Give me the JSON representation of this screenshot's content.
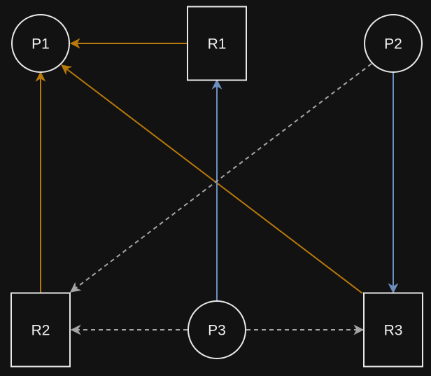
{
  "diagram": {
    "nodes": [
      {
        "id": "P1",
        "label": "P1",
        "shape": "circle"
      },
      {
        "id": "R1",
        "label": "R1",
        "shape": "rect"
      },
      {
        "id": "P2",
        "label": "P2",
        "shape": "circle"
      },
      {
        "id": "R2",
        "label": "R2",
        "shape": "rect"
      },
      {
        "id": "P3",
        "label": "P3",
        "shape": "circle"
      },
      {
        "id": "R3",
        "label": "R3",
        "shape": "rect"
      }
    ],
    "edges": [
      {
        "from": "R1",
        "to": "P1",
        "style": "solid",
        "color": "#b8780a"
      },
      {
        "from": "R2",
        "to": "P1",
        "style": "solid",
        "color": "#b8780a"
      },
      {
        "from": "R3",
        "to": "P1",
        "style": "solid",
        "color": "#b8780a"
      },
      {
        "from": "P3",
        "to": "R1",
        "style": "solid",
        "color": "#6c8ebf"
      },
      {
        "from": "P2",
        "to": "R3",
        "style": "solid",
        "color": "#6c8ebf"
      },
      {
        "from": "P2",
        "to": "R2",
        "style": "dashed",
        "color": "#a6a6a6"
      },
      {
        "from": "P3",
        "to": "R2",
        "style": "dashed",
        "color": "#a6a6a6"
      },
      {
        "from": "P3",
        "to": "R3",
        "style": "dashed",
        "color": "#a6a6a6"
      }
    ],
    "colors": {
      "background": "#121212",
      "node_stroke": "#e8e8e8",
      "text": "#f2f2f2",
      "assignment": "#b8780a",
      "request": "#6c8ebf",
      "claim": "#a6a6a6"
    }
  }
}
